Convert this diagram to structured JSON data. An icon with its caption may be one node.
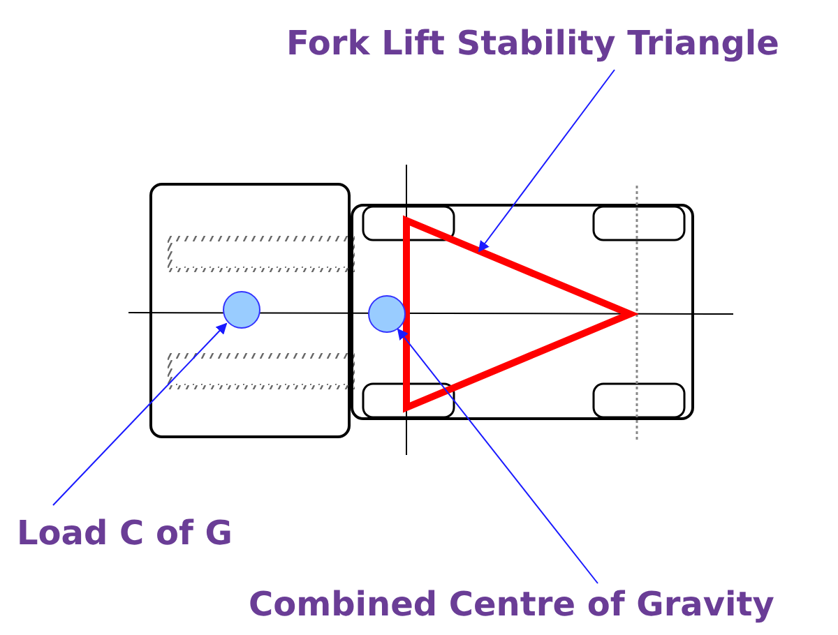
{
  "diagram": {
    "nodes": [
      {
        "text": [
          "Fork Lift Stability Triangle"
        ]
      },
      {
        "text": [],
        "shape": "triangle"
      },
      {
        "text": [
          "Load C of G"
        ]
      },
      {
        "text": [],
        "shape": "circle"
      },
      {
        "text": [
          "Combined Centre of Gravity"
        ]
      },
      {
        "text": [],
        "shape": "circle"
      }
    ],
    "edges": [
      {
        "from": 0,
        "to": 1,
        "arrow": "to"
      },
      {
        "from": 2,
        "to": 3,
        "arrow": "to"
      },
      {
        "from": 4,
        "to": 5,
        "arrow": "to"
      }
    ]
  }
}
